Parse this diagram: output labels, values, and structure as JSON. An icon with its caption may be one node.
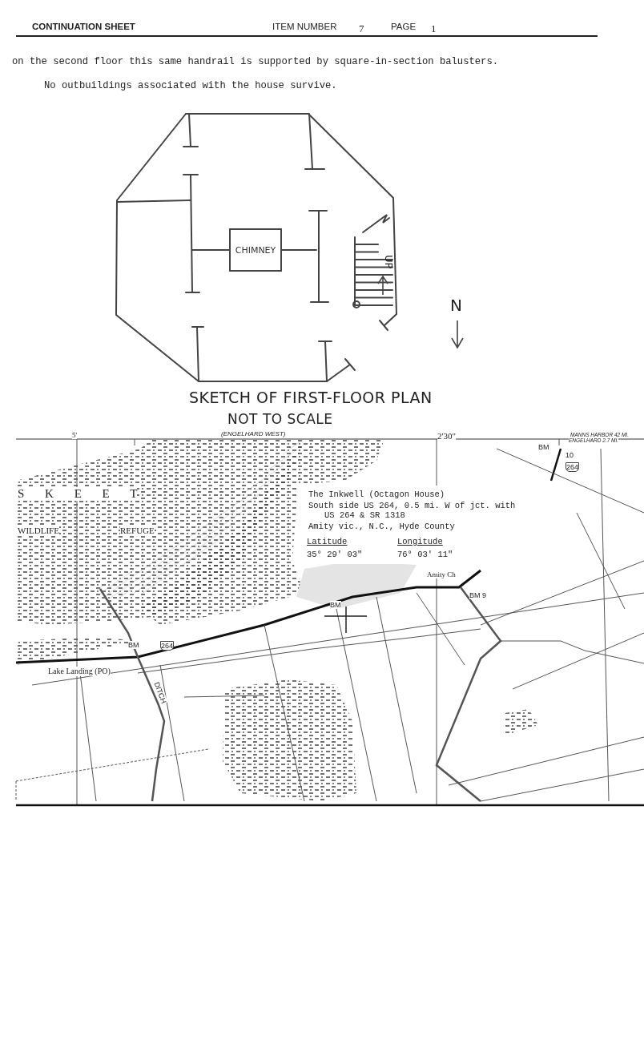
{
  "diagram": {
    "nodes": [
      {
        "text": [
          "CHIMNEY"
        ]
      }
    ],
    "edges": [],
    "labels": [
      "CONTINUATION SHEET",
      "ITEM NUMBER",
      "7",
      "PAGE",
      "1",
      "on the second floor this same handrail is supported by square-in-section balusters.",
      "No outbuildings associated with the house survive.",
      "UP",
      "N",
      "SKETCH OF FIRST-FLOOR PLAN",
      "NOT TO SCALE",
      "5'",
      "(ENGELHARD WEST)",
      "2'30\"",
      "MANNS HARBOR 42 MI.",
      "ENGELHARD 2.7 MI.",
      "S K E E T",
      "WILDLIFE",
      "REFUGE",
      "The Inkwell (Octagon House)",
      "South side US 264, 0.5 mi. W of jct. with US 264 & SR 1318",
      "Amity vic., N.C., Hyde County",
      "Latitude",
      "Longitude",
      "35° 29' 03\"",
      "76° 03' 11\"",
      "Amity Ch",
      "BM 9",
      "BM",
      "10",
      "264",
      "BM",
      "Lake Landing (PO)",
      "BM",
      "264",
      "DITCH"
    ]
  }
}
